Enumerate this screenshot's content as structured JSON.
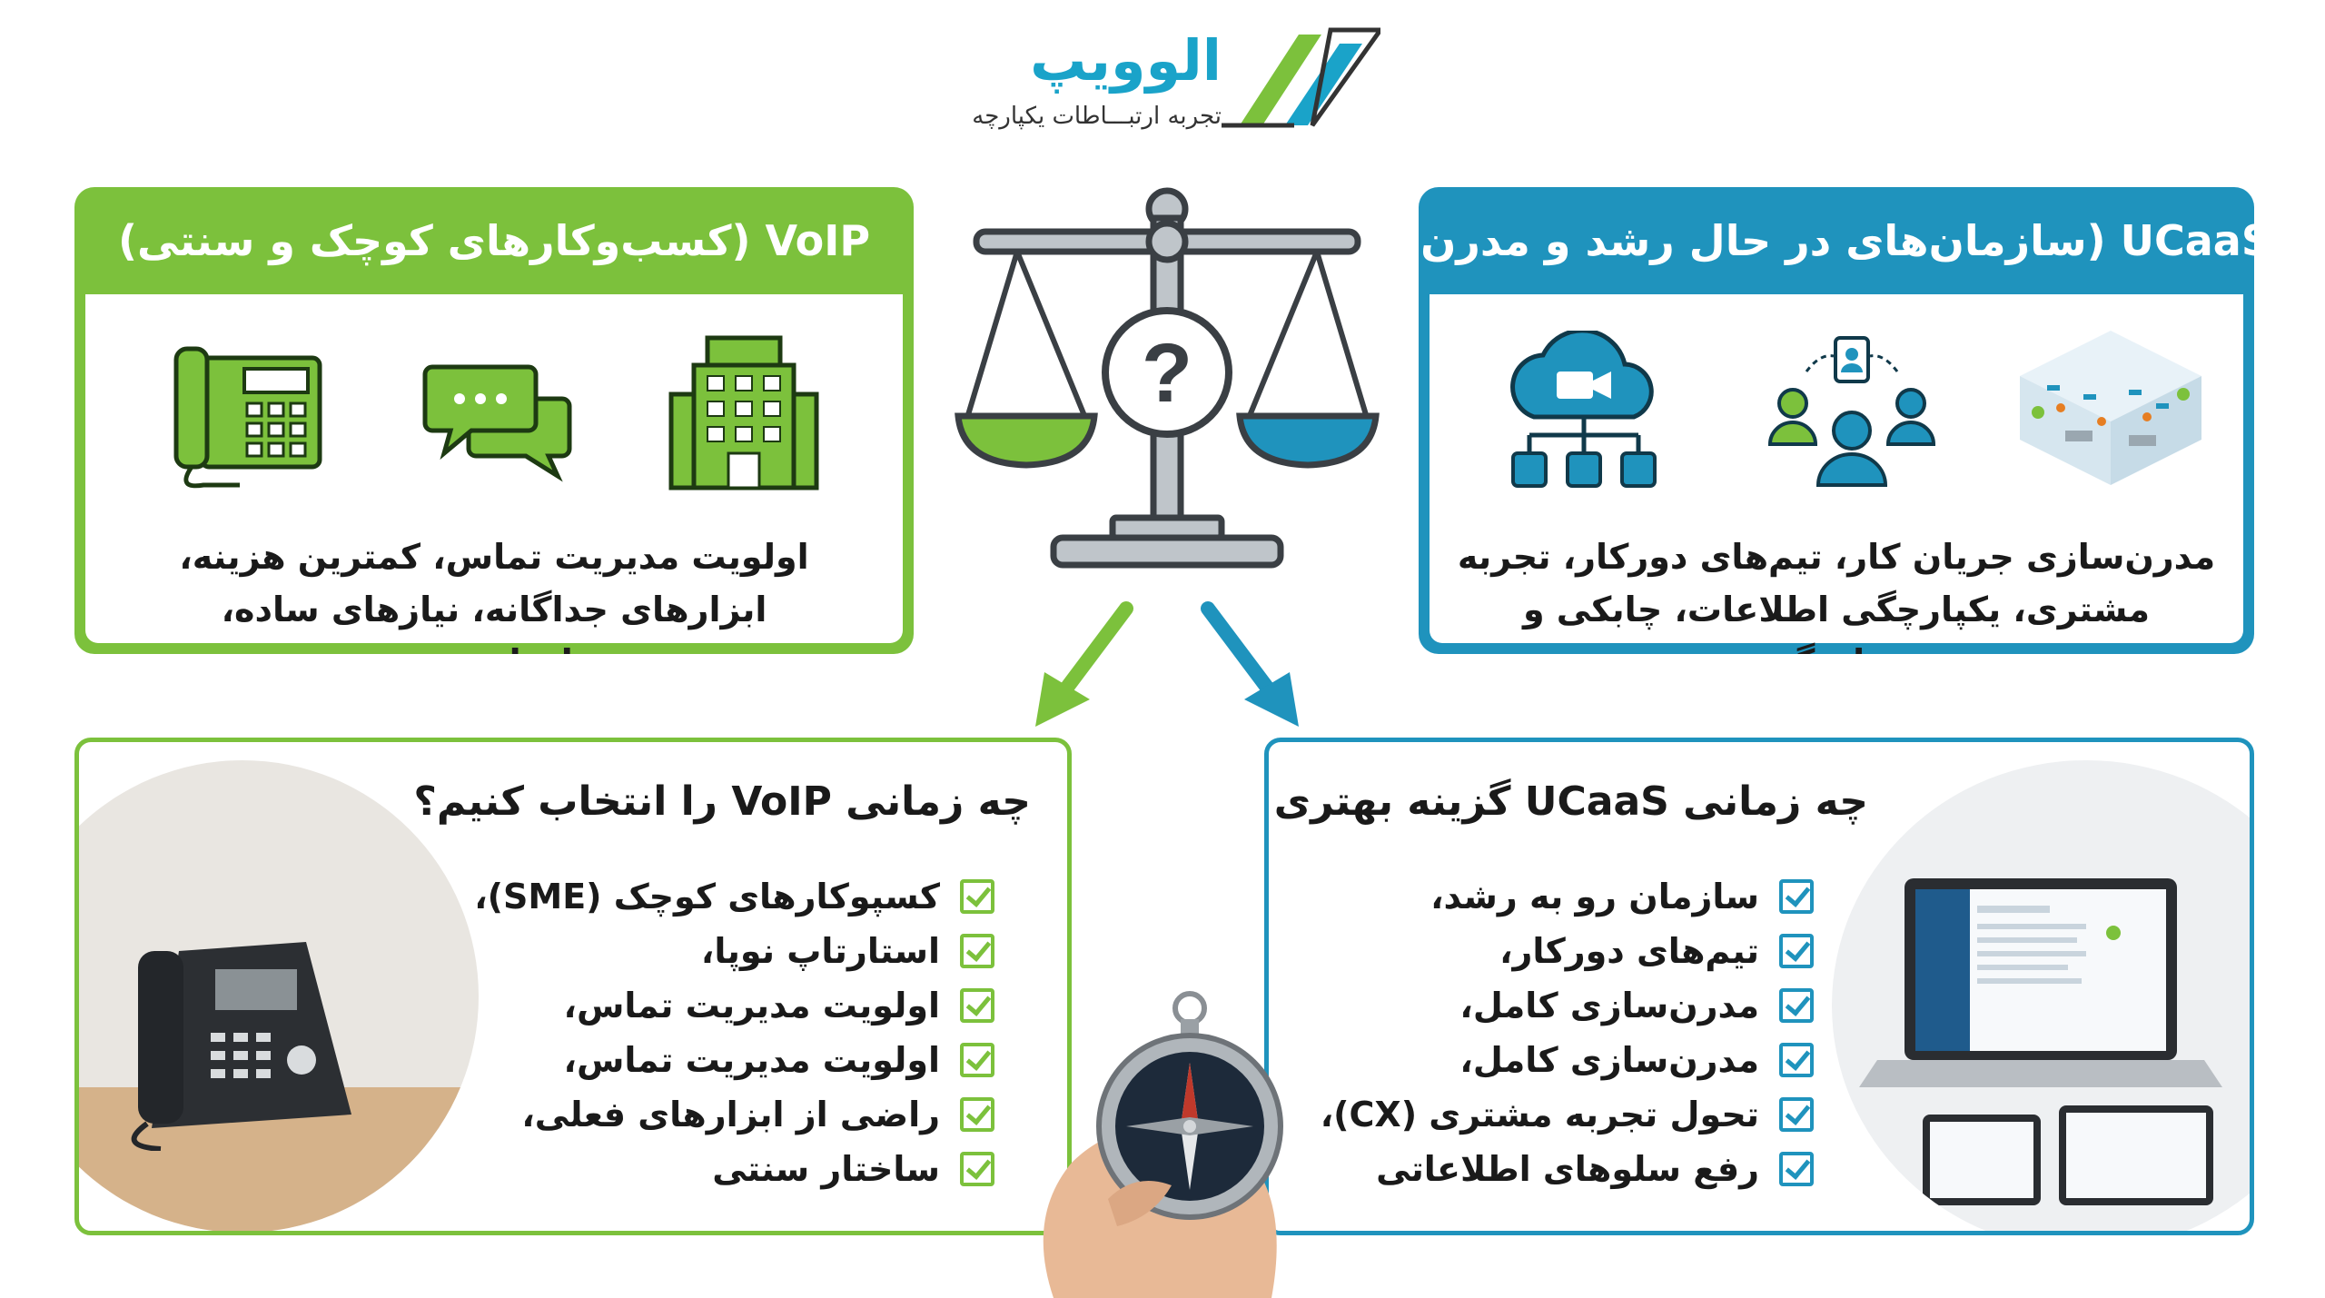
{
  "logo": {
    "name": "الوویپ",
    "tagline": "تجربه ارتبـــاطات یکپارچه"
  },
  "voip_panel": {
    "title": "VoIP (کسب‌وکارهای کوچک و سنتی)",
    "description": "اولویت مدیریت تماس، کمترین هزینه، ابزارهای جداگانه، نیازهای ساده، ساختار سنتی",
    "icons": [
      "desk-phone-icon",
      "chat-bubbles-icon",
      "office-building-icon"
    ]
  },
  "ucaas_panel": {
    "title": "UCaaS (سازمان‌های در حال رشد و مدرن)",
    "description": "مدرن‌سازی جریان کار، تیم‌های دورکار، تجربه مشتری، یکپارچگی اطلاعات، چابکی و هماهنگی",
    "icons": [
      "cloud-video-icon",
      "team-network-icon",
      "modern-office-icon"
    ]
  },
  "voip_when": {
    "title": "چه زمانی VoIP را انتخاب کنیم؟",
    "items": [
      "کسپوکارهای کوچک (SME)،",
      "استارتاپ نوپا،",
      "اولویت مدیریت تماس،",
      "اولویت مدیریت تماس،",
      "راضی از ابزارهای فعلی،",
      "ساختار سنتی"
    ]
  },
  "ucaas_when": {
    "title": "چه زمانی UCaaS گزینه بهتری است؟",
    "items": [
      "سازمان رو به رشد،",
      "تیم‌های دورکار،",
      "مدرن‌سازی کامل،",
      "مدرن‌سازی کامل،",
      "تحول تجربه مشتری (CX)،",
      "رفع سلوهای اطلاعاتی"
    ]
  },
  "colors": {
    "green": "#7cc13c",
    "blue": "#1f93bd",
    "dark": "#3a3f44"
  }
}
